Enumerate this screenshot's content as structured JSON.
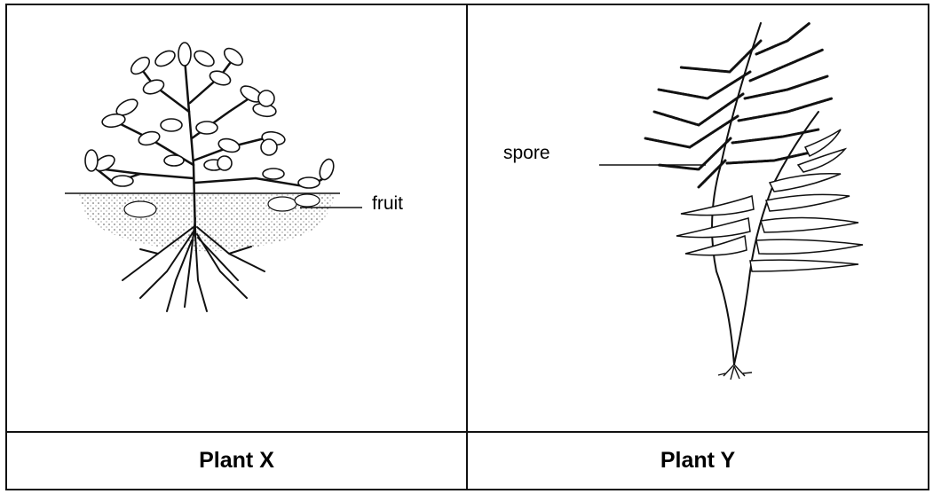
{
  "cells": [
    {
      "caption": "Plant X",
      "label": "fruit",
      "drawing": "flowering-plant-with-underground-fruit"
    },
    {
      "caption": "Plant Y",
      "label": "spore",
      "drawing": "fern-frond-with-spores"
    }
  ]
}
